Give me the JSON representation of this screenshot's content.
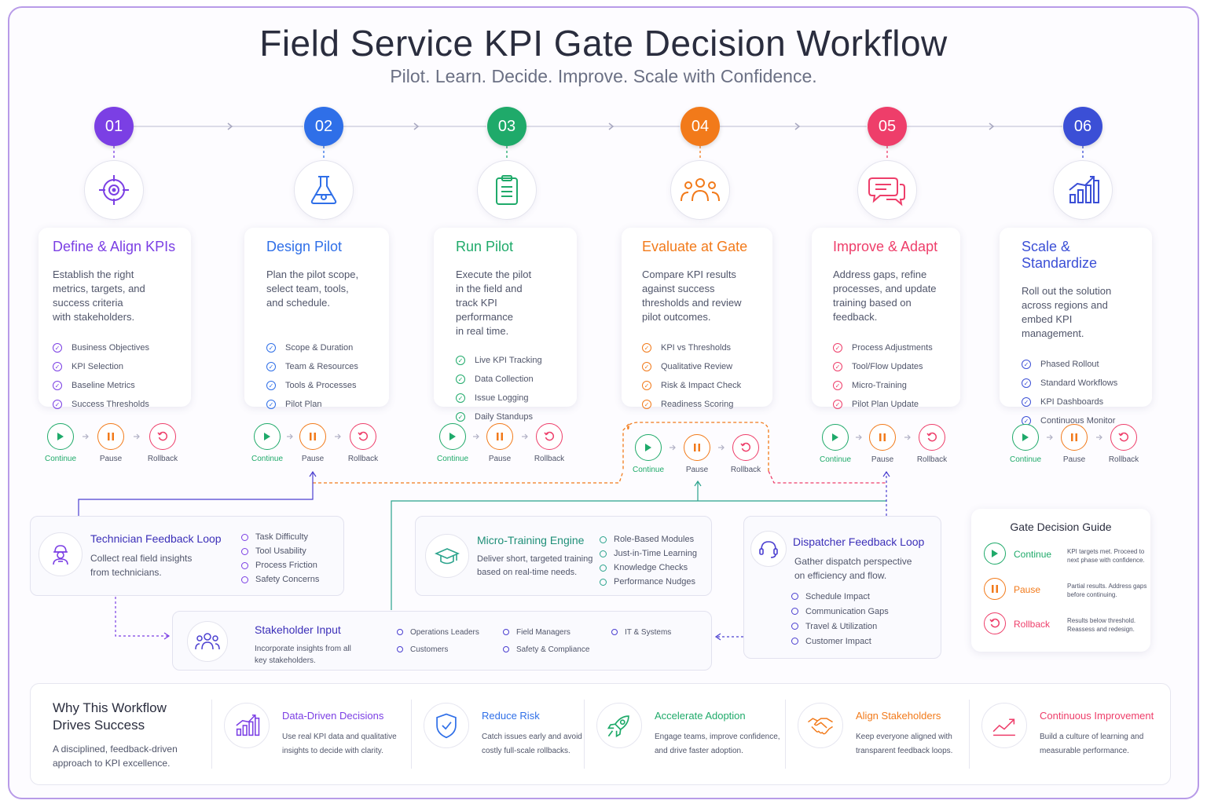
{
  "title": "Field Service KPI Gate Decision Workflow",
  "subtitle": "Pilot. Learn. Decide. Improve. Scale with Confidence.",
  "steps": [
    {
      "num": "01",
      "color": "#7b3fe4",
      "icon": "target-icon",
      "title": "Define & Align KPIs",
      "desc": [
        "Establish the right",
        "metrics, targets, and",
        "success criteria",
        "with stakeholders."
      ],
      "items": [
        "Business Objectives",
        "KPI Selection",
        "Baseline Metrics",
        "Success Thresholds"
      ]
    },
    {
      "num": "02",
      "color": "#2f6fe8",
      "icon": "flask-icon",
      "title": "Design Pilot",
      "desc": [
        "Plan the pilot scope,",
        "select team, tools,",
        "and schedule."
      ],
      "items": [
        "Scope & Duration",
        "Team & Resources",
        "Tools & Processes",
        "Pilot Plan"
      ]
    },
    {
      "num": "03",
      "color": "#1faa6a",
      "icon": "clipboard-icon",
      "title": "Run Pilot",
      "desc": [
        "Execute the pilot",
        "in the field and",
        "track KPI performance",
        "in real time."
      ],
      "items": [
        "Live KPI Tracking",
        "Data Collection",
        "Issue Logging",
        "Daily Standups"
      ]
    },
    {
      "num": "04",
      "color": "#f27a1a",
      "icon": "team-icon",
      "title": "Evaluate at Gate",
      "desc": [
        "Compare KPI results",
        "against success",
        "thresholds and review",
        "pilot outcomes."
      ],
      "items": [
        "KPI vs Thresholds",
        "Qualitative Review",
        "Risk & Impact Check",
        "Readiness Scoring"
      ]
    },
    {
      "num": "05",
      "color": "#ee3e6a",
      "icon": "chat-icon",
      "title": "Improve & Adapt",
      "desc": [
        "Address gaps, refine",
        "processes, and update",
        "training based on",
        "feedback."
      ],
      "items": [
        "Process Adjustments",
        "Tool/Flow Updates",
        "Micro-Training",
        "Pilot Plan Update"
      ]
    },
    {
      "num": "06",
      "color": "#3b4fd6",
      "icon": "bar-chart-icon",
      "title": "Scale & Standardize",
      "desc": [
        "Roll out the solution",
        "across regions and",
        "embed KPI",
        "management."
      ],
      "items": [
        "Phased Rollout",
        "Standard Workflows",
        "KPI Dashboards",
        "Continuous Monitor"
      ]
    }
  ],
  "controls": {
    "continue": "Continue",
    "pause": "Pause",
    "rollback": "Rollback"
  },
  "technician": {
    "title": "Technician Feedback Loop",
    "desc": [
      "Collect real field insights",
      "from technicians."
    ],
    "items": [
      "Task Difficulty",
      "Tool Usability",
      "Process Friction",
      "Safety Concerns"
    ]
  },
  "microtraining": {
    "title": "Micro-Training Engine",
    "desc": [
      "Deliver short, targeted training",
      "based on real-time needs."
    ],
    "items": [
      "Role-Based Modules",
      "Just-in-Time Learning",
      "Knowledge Checks",
      "Performance Nudges"
    ]
  },
  "dispatcher": {
    "title": "Dispatcher Feedback Loop",
    "desc": [
      "Gather dispatch perspective",
      "on efficiency and flow."
    ],
    "items": [
      "Schedule Impact",
      "Communication Gaps",
      "Travel & Utilization",
      "Customer Impact"
    ]
  },
  "stakeholder": {
    "title": "Stakeholder Input",
    "desc": [
      "Incorporate insights from all",
      "key stakeholders."
    ],
    "items": [
      "Operations Leaders",
      "Customers",
      "Field Managers",
      "Safety & Compliance",
      "IT & Systems"
    ]
  },
  "guide": {
    "title": "Gate Decision Guide",
    "rows": [
      {
        "label": "Continue",
        "text": [
          "KPI targets met. Proceed to",
          "next phase with confidence."
        ]
      },
      {
        "label": "Pause",
        "text": [
          "Partial results. Address gaps",
          "before continuing."
        ]
      },
      {
        "label": "Rollback",
        "text": [
          "Results below threshold.",
          "Reassess and redesign."
        ]
      }
    ]
  },
  "why": {
    "title": [
      "Why This Workflow",
      "Drives Success"
    ],
    "desc": [
      "A disciplined, feedback-driven",
      "approach to KPI excellence."
    ],
    "items": [
      {
        "title": "Data-Driven Decisions",
        "text": [
          "Use real KPI data and qualitative",
          "insights to decide with clarity."
        ],
        "color": "#7b3fe4",
        "icon": "bar-chart-icon"
      },
      {
        "title": "Reduce Risk",
        "text": [
          "Catch issues early and avoid",
          "costly full-scale rollbacks."
        ],
        "color": "#2f6fe8",
        "icon": "shield-icon"
      },
      {
        "title": "Accelerate Adoption",
        "text": [
          "Engage teams, improve confidence,",
          "and drive faster adoption."
        ],
        "color": "#1faa6a",
        "icon": "rocket-icon"
      },
      {
        "title": "Align Stakeholders",
        "text": [
          "Keep everyone aligned with",
          "transparent feedback loops."
        ],
        "color": "#f27a1a",
        "icon": "handshake-icon"
      },
      {
        "title": "Continuous Improvement",
        "text": [
          "Build a culture of learning and",
          "measurable performance."
        ],
        "color": "#ee3e6a",
        "icon": "trend-up-icon"
      }
    ]
  }
}
